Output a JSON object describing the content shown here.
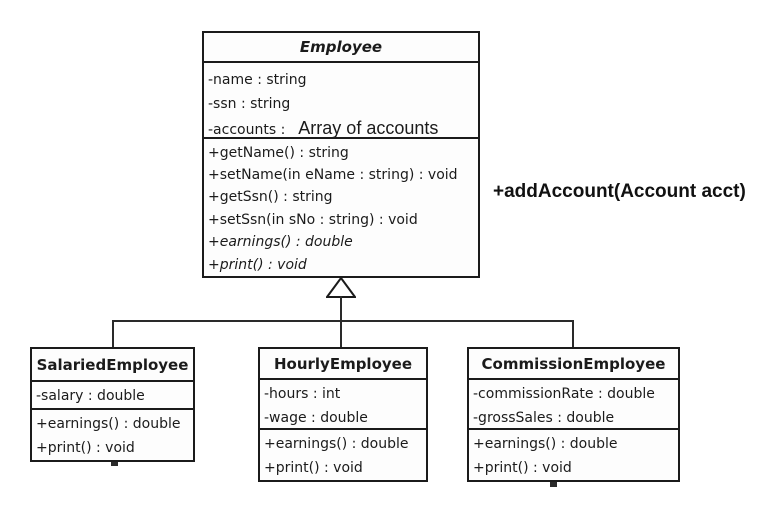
{
  "colors": {
    "ink": "#1b1b1b",
    "background": "#ffffff"
  },
  "uml": {
    "employee": {
      "title": "Employee",
      "attributes": [
        "-name : string",
        "-ssn : string",
        "-accounts :"
      ],
      "accounts_note": "Array of accounts",
      "methods": [
        "+getName() : string",
        "+setName(in eName : string) : void",
        "+getSsn() : string",
        "+setSsn(in sNo : string) : void",
        "+earnings() : double",
        "+print() : void"
      ]
    },
    "salaried": {
      "title": "SalariedEmployee",
      "attributes": [
        "-salary : double"
      ],
      "methods": [
        "+earnings() : double",
        "+print() : void"
      ]
    },
    "hourly": {
      "title": "HourlyEmployee",
      "attributes": [
        "-hours : int",
        "-wage : double"
      ],
      "methods": [
        "+earnings() : double",
        "+print() : void"
      ]
    },
    "commission": {
      "title": "CommissionEmployee",
      "attributes": [
        "-commissionRate : double",
        "-grossSales : double"
      ],
      "methods": [
        "+earnings() : double",
        "+print() : void"
      ]
    },
    "annotation": "+addAccount(Account acct)"
  }
}
